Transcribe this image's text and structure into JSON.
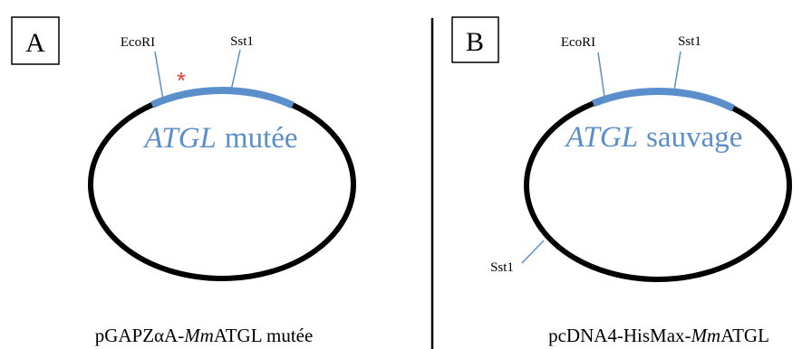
{
  "colors": {
    "gene": "#5B8FCB",
    "marker": "#E8413A",
    "backbone": "#000000"
  },
  "panels": [
    {
      "letter": "A",
      "sites": {
        "site_1": "EcoRI",
        "site_2": "Sst1"
      },
      "mutation_marker": "*",
      "gene": {
        "name": "ATGL",
        "state": "mutée"
      },
      "caption": {
        "prefix": "pGAPZαA-",
        "species": "Mm",
        "suffix": "ATGL mutée"
      }
    },
    {
      "letter": "B",
      "sites": {
        "site_1": "EcoRI",
        "site_2": "Sst1",
        "site_3": "Sst1"
      },
      "gene": {
        "name": "ATGL",
        "state": "sauvage"
      },
      "caption": {
        "prefix": "pcDNA4-HisMax-",
        "species": "Mm",
        "suffix": "ATGL"
      }
    }
  ]
}
